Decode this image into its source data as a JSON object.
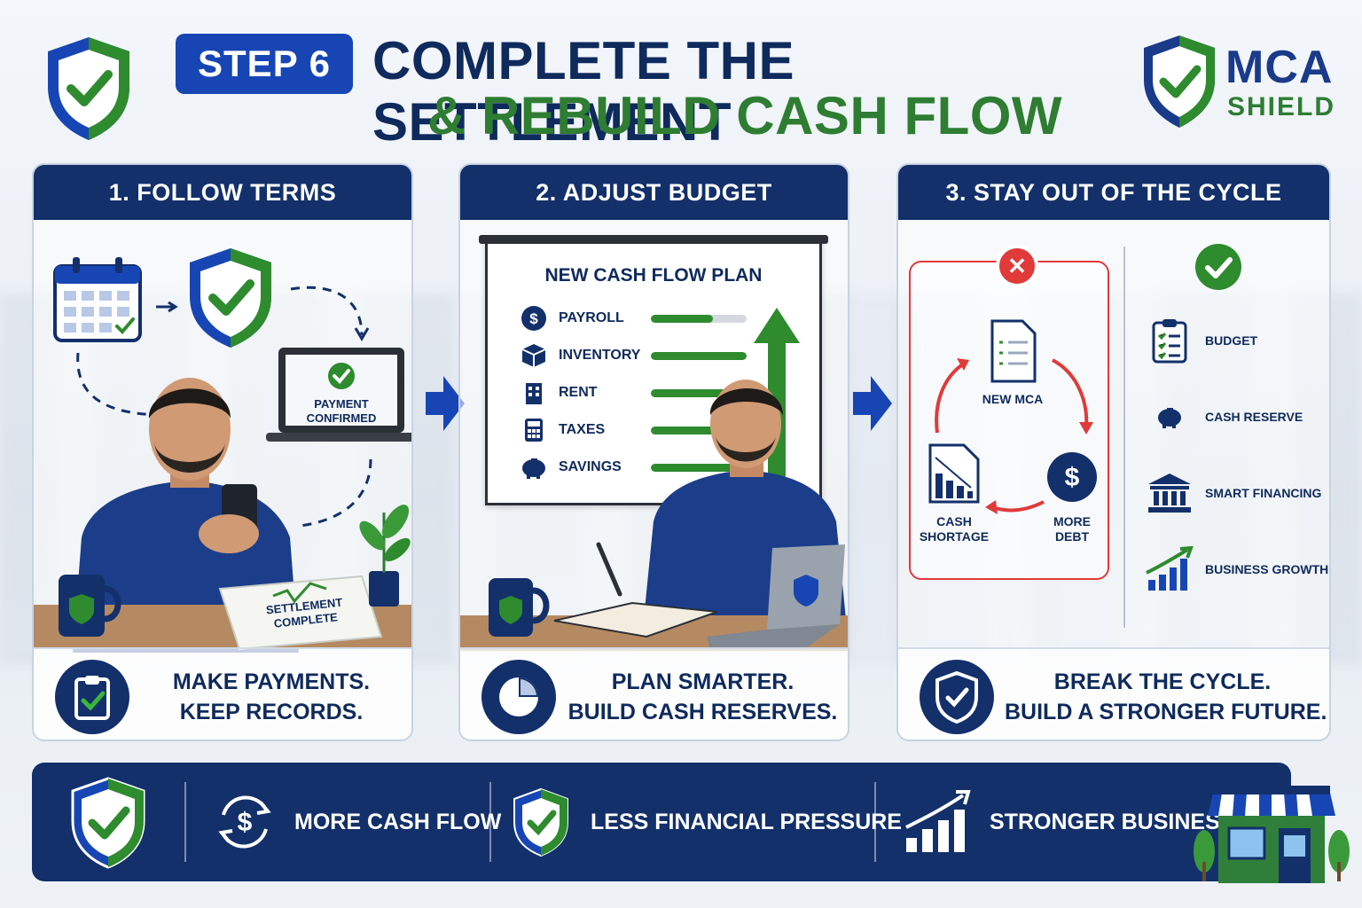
{
  "header": {
    "step_label": "STEP 6",
    "title_line1": "COMPLETE THE SETTLEMENT",
    "title_line2": "& REBUILD CASH FLOW",
    "logo_line1": "MCA",
    "logo_line2": "SHIELD"
  },
  "panels": [
    {
      "title": "1. FOLLOW TERMS",
      "scene": {
        "laptop_text": "PAYMENT CONFIRMED",
        "document_text": "SETTLEMENT COMPLETE"
      },
      "footer_line1": "MAKE PAYMENTS.",
      "footer_line2": "KEEP RECORDS."
    },
    {
      "title": "2. ADJUST BUDGET",
      "board_title": "NEW CASH FLOW PLAN",
      "plan_items": [
        {
          "label": "PAYROLL",
          "icon": "dollar-icon",
          "level": 0.65
        },
        {
          "label": "INVENTORY",
          "icon": "box-icon",
          "level": 1.0
        },
        {
          "label": "RENT",
          "icon": "building-icon",
          "level": 1.0
        },
        {
          "label": "TAXES",
          "icon": "calculator-icon",
          "level": 1.0
        },
        {
          "label": "SAVINGS",
          "icon": "piggy-bank-icon",
          "level": 1.0
        }
      ],
      "footer_line1": "PLAN SMARTER.",
      "footer_line2": "BUILD CASH RESERVES."
    },
    {
      "title": "3. STAY OUT OF THE CYCLE",
      "cycle": {
        "top": "NEW MCA",
        "left_line1": "CASH",
        "left_line2": "SHORTAGE",
        "right_line1": "MORE",
        "right_line2": "DEBT"
      },
      "good_items": [
        {
          "label": "BUDGET",
          "icon": "clipboard-icon"
        },
        {
          "label": "CASH RESERVE",
          "icon": "piggy-bank-icon"
        },
        {
          "label": "SMART FINANCING",
          "icon": "bank-icon"
        },
        {
          "label": "BUSINESS GROWTH",
          "icon": "growth-chart-icon"
        }
      ],
      "footer_line1": "BREAK THE CYCLE.",
      "footer_line2": "BUILD A STRONGER FUTURE."
    }
  ],
  "banner": {
    "item1": "MORE CASH FLOW",
    "item2": "LESS FINANCIAL PRESSURE",
    "item3": "STRONGER BUSINESS"
  },
  "colors": {
    "navy": "#13306b",
    "blue": "#1746b4",
    "green": "#2e7d32",
    "red": "#e03a3a"
  }
}
